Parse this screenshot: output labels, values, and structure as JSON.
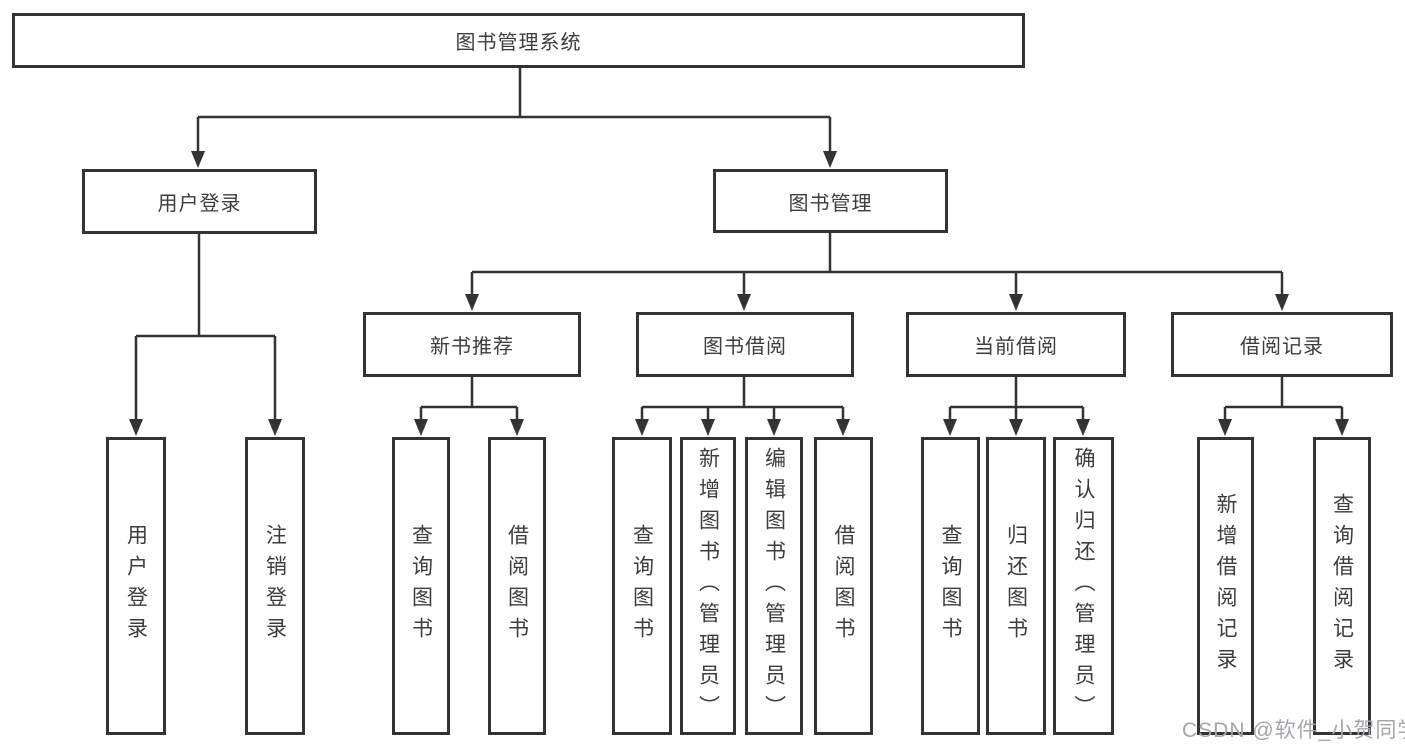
{
  "diagram": {
    "root": {
      "label": "图书管理系统"
    },
    "branches": [
      {
        "label": "用户登录",
        "children": [
          {
            "label": "用户登录"
          },
          {
            "label": "注销登录"
          }
        ]
      },
      {
        "label": "图书管理",
        "children": [
          {
            "label": "新书推荐",
            "children": [
              {
                "label": "查询图书"
              },
              {
                "label": "借阅图书"
              }
            ]
          },
          {
            "label": "图书借阅",
            "children": [
              {
                "label": "查询图书"
              },
              {
                "label": "新增图书（管理员）"
              },
              {
                "label": "编辑图书（管理员）"
              },
              {
                "label": "借阅图书"
              }
            ]
          },
          {
            "label": "当前借阅",
            "children": [
              {
                "label": "查询图书"
              },
              {
                "label": "归还图书"
              },
              {
                "label": "确认归还（管理员）"
              }
            ]
          },
          {
            "label": "借阅记录",
            "children": [
              {
                "label": "新增借阅记录"
              },
              {
                "label": "查询借阅记录"
              }
            ]
          }
        ]
      }
    ],
    "watermark": "CSDN @软件_小贺同学",
    "colors": {
      "line": "#333333",
      "border": "#333333",
      "text": "#3d3d3d",
      "watermark": "#a5a5ad",
      "background": "#ffffff"
    }
  }
}
